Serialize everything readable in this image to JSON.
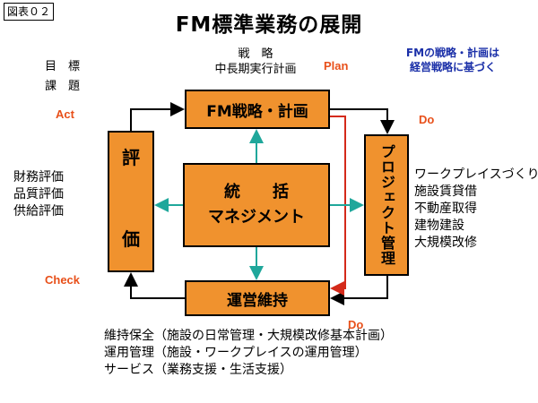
{
  "figure_number": "図表０２",
  "title": "FM標準業務の展開",
  "top_caption": {
    "line1": "戦　略",
    "line2": "中長期実行計画"
  },
  "left_caption": {
    "line1": "目　標",
    "line2": "課　題"
  },
  "cycle_labels": {
    "plan": "Plan",
    "act": "Act",
    "do_right": "Do",
    "do_bottom": "Do",
    "check": "Check"
  },
  "note": {
    "line1": "FMの戦略・計画は",
    "line2": "経営戦略に基づく"
  },
  "boxes": {
    "strategy": "FM戦略・計画",
    "center_line1": "統　　括",
    "center_line2": "マネジメント",
    "evaluation_top": "評",
    "evaluation_bottom": "価",
    "project": "プロジェクト管理",
    "operation": "運営維持"
  },
  "evaluation_items": [
    "財務評価",
    "品質評価",
    "供給評価"
  ],
  "project_items": [
    "ワークプレイスづくり",
    "施設賃貸借",
    "不動産取得",
    "建物建設",
    "大規模改修"
  ],
  "operation_items": [
    "維持保全（施設の日常管理・大規模改修基本計画）",
    "運用管理（施設・ワークプレイスの運用管理）",
    "サービス（業務支援・生活支援）"
  ],
  "colors": {
    "box_fill": "#f0922e",
    "teal_arrow": "#1fa79b",
    "red_line": "#d42a1a",
    "plan_red": "#e8501a",
    "note_blue": "#1a2fa8"
  }
}
